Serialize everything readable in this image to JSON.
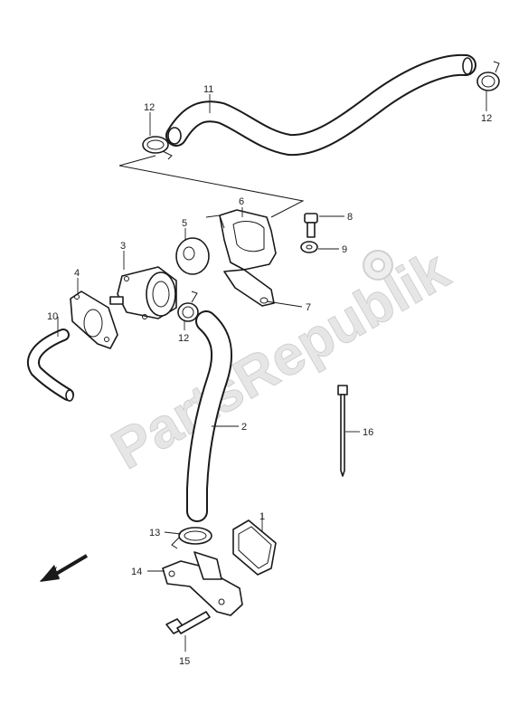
{
  "watermark": {
    "text": "PartsRepublik"
  },
  "callouts": [
    {
      "id": "c1",
      "label": "1"
    },
    {
      "id": "c2",
      "label": "2"
    },
    {
      "id": "c3",
      "label": "3"
    },
    {
      "id": "c4",
      "label": "4"
    },
    {
      "id": "c5",
      "label": "5"
    },
    {
      "id": "c6",
      "label": "6"
    },
    {
      "id": "c7",
      "label": "7"
    },
    {
      "id": "c8",
      "label": "8"
    },
    {
      "id": "c9",
      "label": "9"
    },
    {
      "id": "c10",
      "label": "10"
    },
    {
      "id": "c11",
      "label": "11"
    },
    {
      "id": "c12a",
      "label": "12"
    },
    {
      "id": "c12b",
      "label": "12"
    },
    {
      "id": "c12c",
      "label": "12"
    },
    {
      "id": "c13",
      "label": "13"
    },
    {
      "id": "c14",
      "label": "14"
    },
    {
      "id": "c15",
      "label": "15"
    },
    {
      "id": "c16",
      "label": "16"
    }
  ],
  "colors": {
    "line": "#1a1a1a",
    "watermark": "#e6e6e6",
    "background": "#ffffff"
  },
  "icons": {
    "watermark_gear": "gear-icon",
    "direction_arrow": "arrow-icon"
  }
}
